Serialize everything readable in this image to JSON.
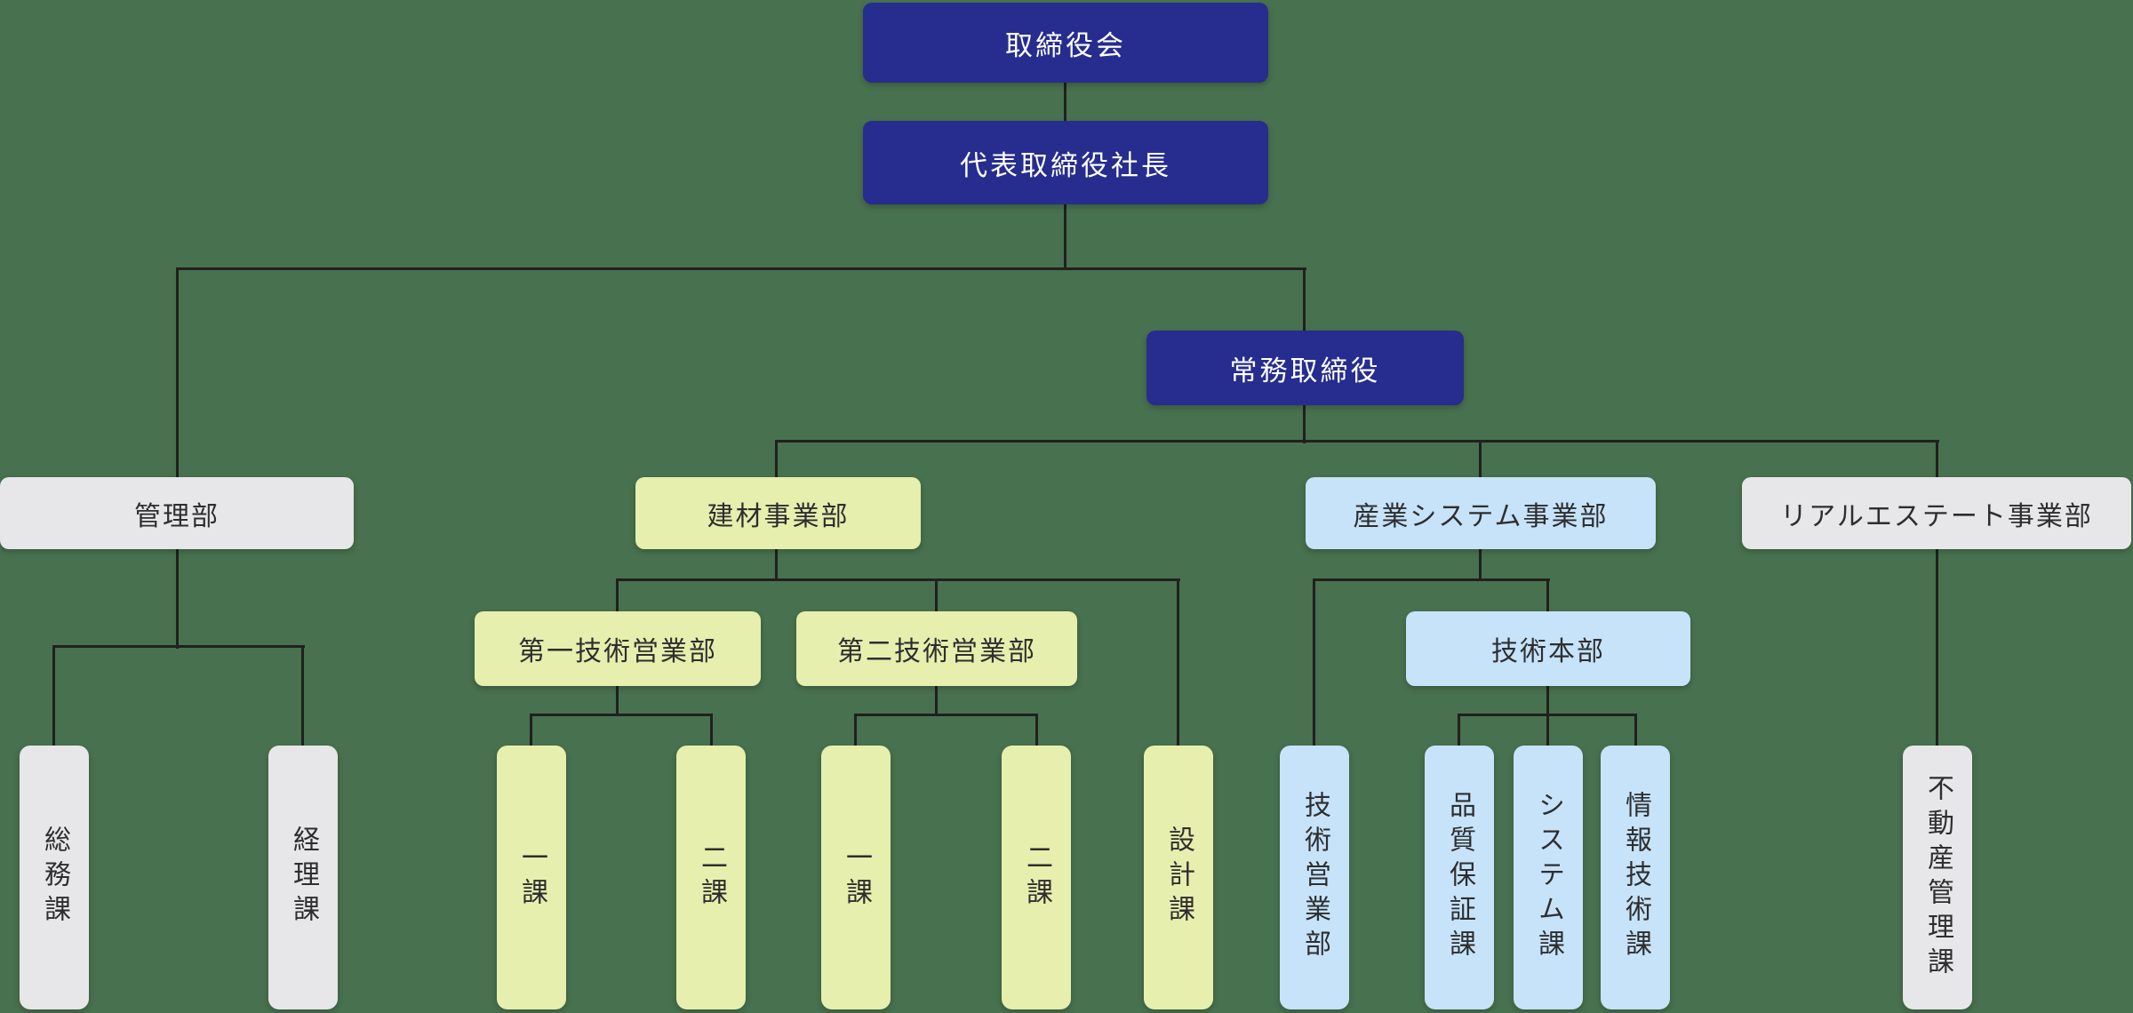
{
  "colors": {
    "background": "#48714f",
    "line": "#20211d",
    "dark_blue": "#262d8e",
    "yellow_green": "#e6efad",
    "light_blue": "#c6e3f9",
    "gray": "#e7e6e8",
    "box_text": "#2e2e30",
    "dark_blue_text": "#ffffff"
  },
  "nodes": {
    "board": {
      "label": "取締役会"
    },
    "president": {
      "label": "代表取締役社長"
    },
    "managing_director": {
      "label": "常務取締役"
    },
    "admin_dept": {
      "label": "管理部"
    },
    "building_materials_div": {
      "label": "建材事業部"
    },
    "industrial_systems_div": {
      "label": "産業システム事業部"
    },
    "real_estate_div": {
      "label": "リアルエステート事業部"
    },
    "general_affairs_sec": {
      "label": "総務課"
    },
    "accounting_sec": {
      "label": "経理課"
    },
    "first_tech_sales_dept": {
      "label": "第一技術営業部"
    },
    "second_tech_sales_dept": {
      "label": "第二技術営業部"
    },
    "first_dept_sec1": {
      "label": "一課"
    },
    "first_dept_sec2": {
      "label": "二課"
    },
    "second_dept_sec1": {
      "label": "一課"
    },
    "second_dept_sec2": {
      "label": "二課"
    },
    "design_sec": {
      "label": "設計課"
    },
    "tech_sales_dept": {
      "label": "技術営業部"
    },
    "tech_hq": {
      "label": "技術本部"
    },
    "qa_sec": {
      "label": "品質保証課"
    },
    "systems_sec": {
      "label": "システム課"
    },
    "it_sec": {
      "label": "情報技術課"
    },
    "property_mgmt_sec": {
      "label": "不動産管理課"
    }
  },
  "hierarchy": [
    {
      "parent": "board",
      "child": "president"
    },
    {
      "parent": "president",
      "child": "admin_dept"
    },
    {
      "parent": "president",
      "child": "managing_director"
    },
    {
      "parent": "managing_director",
      "child": "building_materials_div"
    },
    {
      "parent": "managing_director",
      "child": "industrial_systems_div"
    },
    {
      "parent": "managing_director",
      "child": "real_estate_div"
    },
    {
      "parent": "admin_dept",
      "child": "general_affairs_sec"
    },
    {
      "parent": "admin_dept",
      "child": "accounting_sec"
    },
    {
      "parent": "building_materials_div",
      "child": "first_tech_sales_dept"
    },
    {
      "parent": "building_materials_div",
      "child": "second_tech_sales_dept"
    },
    {
      "parent": "building_materials_div",
      "child": "design_sec"
    },
    {
      "parent": "first_tech_sales_dept",
      "child": "first_dept_sec1"
    },
    {
      "parent": "first_tech_sales_dept",
      "child": "first_dept_sec2"
    },
    {
      "parent": "second_tech_sales_dept",
      "child": "second_dept_sec1"
    },
    {
      "parent": "second_tech_sales_dept",
      "child": "second_dept_sec2"
    },
    {
      "parent": "industrial_systems_div",
      "child": "tech_sales_dept"
    },
    {
      "parent": "industrial_systems_div",
      "child": "tech_hq"
    },
    {
      "parent": "tech_hq",
      "child": "qa_sec"
    },
    {
      "parent": "tech_hq",
      "child": "systems_sec"
    },
    {
      "parent": "tech_hq",
      "child": "it_sec"
    },
    {
      "parent": "real_estate_div",
      "child": "property_mgmt_sec"
    }
  ]
}
